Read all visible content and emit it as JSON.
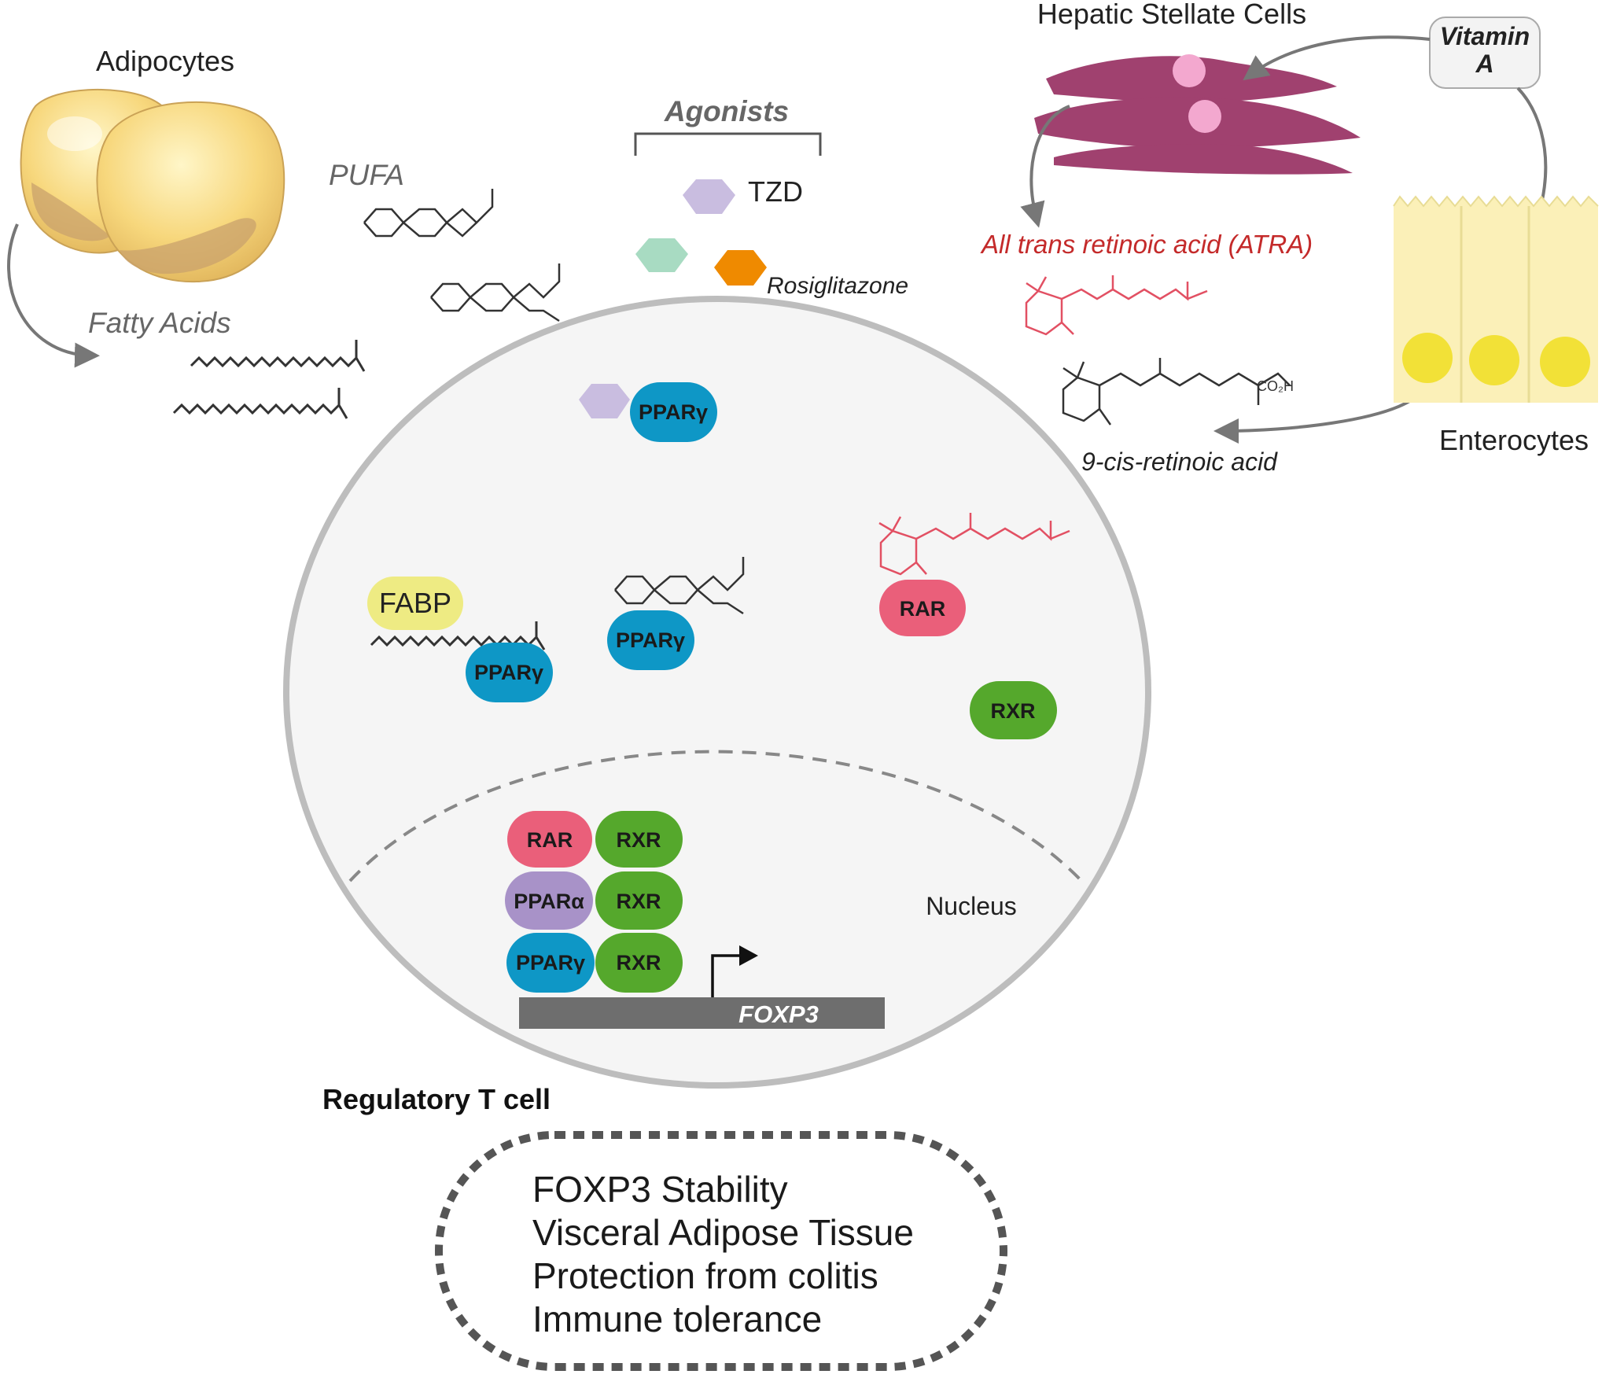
{
  "colors": {
    "ppar_gamma": "#0e97c6",
    "ppar_alpha": "#a892c8",
    "rar": "#ea5f7a",
    "rxr": "#55a82c",
    "fabp": "#eeeb83",
    "tzd": "#c9bde0",
    "generic_agonist": "#a8dbc2",
    "rosiglitazone": "#ef8a00",
    "retinoid_structure": "#e25063",
    "stellate_cell": "#a0416f",
    "enterocyte": "#fbf0b8",
    "atra_label": "#c42a2a"
  },
  "labels": {
    "adipocytes": "Adipocytes",
    "pufa": "PUFA",
    "fatty_acids": "Fatty Acids",
    "agonists": "Agonists",
    "tzd": "TZD",
    "rosiglitazone": "Rosiglitazone",
    "hepatic_stellate_cells": "Hepatic Stellate Cells",
    "vitamin_a_line1": "Vitamin",
    "vitamin_a_line2": "A",
    "atra": "All trans retinoic acid (ATRA)",
    "co2h": "CO₂H",
    "nine_cis": "9-cis-retinoic acid",
    "enterocytes": "Enterocytes",
    "nucleus": "Nucleus",
    "gene": "FOXP3",
    "cell_name": "Regulatory T cell"
  },
  "receptors": {
    "fabp": "FABP",
    "ppar_gamma": "PPARγ",
    "ppar_alpha": "PPARα",
    "rar": "RAR",
    "rxr": "RXR"
  },
  "outcomes": [
    "FOXP3 Stability",
    "Visceral Adipose Tissue",
    "Protection from colitis",
    "Immune tolerance"
  ]
}
